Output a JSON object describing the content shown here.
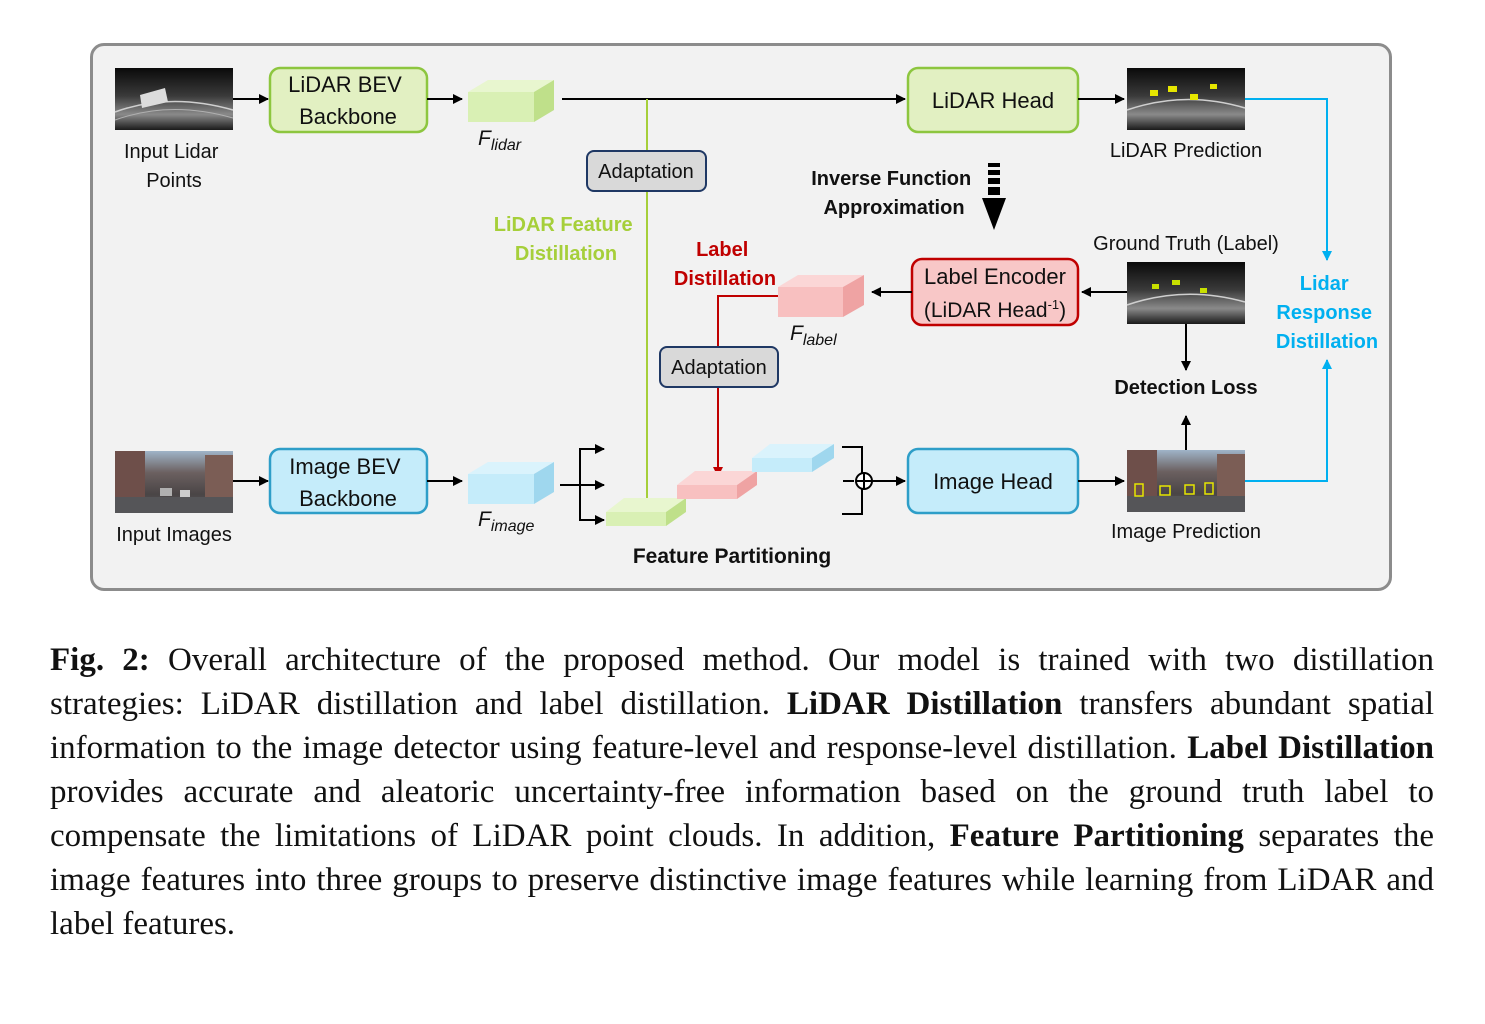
{
  "diagram": {
    "input_lidar_label": [
      "Input Lidar",
      "Points"
    ],
    "lidar_backbone": [
      "LiDAR BEV",
      "Backbone"
    ],
    "f_lidar": {
      "base": "F",
      "sub": "lidar"
    },
    "lidar_head": "LiDAR Head",
    "lidar_prediction_label": "LiDAR Prediction",
    "adaptation_top": "Adaptation",
    "adaptation_mid": "Adaptation",
    "lidar_feature_distillation": [
      "LiDAR Feature",
      "Distillation"
    ],
    "inverse_function": [
      "Inverse Function",
      "Approximation"
    ],
    "label_distillation": [
      "Label",
      "Distillation"
    ],
    "ground_truth_label": "Ground Truth (Label)",
    "label_encoder": [
      "Label Encoder",
      "(LiDAR Head",
      "-1",
      ")"
    ],
    "f_label": {
      "base": "F",
      "sub": "label"
    },
    "lidar_response_distillation": [
      "Lidar",
      "Response",
      "Distillation"
    ],
    "detection_loss": "Detection Loss",
    "input_images_label": "Input Images",
    "image_backbone": [
      "Image BEV",
      "Backbone"
    ],
    "f_image": {
      "base": "F",
      "sub": "image"
    },
    "feature_partitioning": "Feature Partitioning",
    "image_head": "Image Head",
    "image_prediction_label": "Image Prediction"
  },
  "colors": {
    "lidar_green": "#a6cf3a",
    "label_red": "#c00000",
    "response_blue": "#00b0f0",
    "image_blue": "#c5ecfa"
  },
  "caption": {
    "fig_label": "Fig. 2:",
    "segments": [
      {
        "text": " Overall architecture of the proposed method. Our model is trained with two distillation strategies: LiDAR distillation and label distillation. ",
        "bold": false
      },
      {
        "text": "LiDAR Distillation",
        "bold": true
      },
      {
        "text": " transfers abundant spatial information to the image detector using feature-level and response-level distillation. ",
        "bold": false
      },
      {
        "text": "Label Distillation",
        "bold": true
      },
      {
        "text": " provides accurate and aleatoric uncertainty-free information based on the ground truth label to compensate the limitations of LiDAR point clouds. In addition, ",
        "bold": false
      },
      {
        "text": "Feature Partitioning",
        "bold": true
      },
      {
        "text": " separates the image features into three groups to preserve distinctive image features while learning from LiDAR and label features.",
        "bold": false
      }
    ]
  }
}
